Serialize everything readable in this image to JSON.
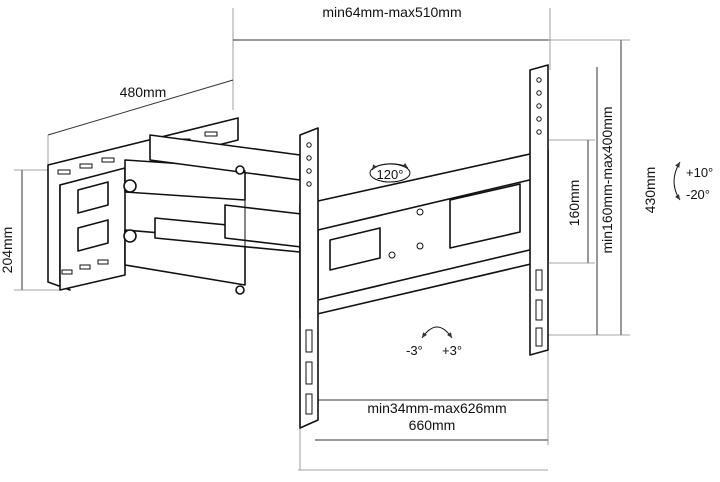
{
  "dimensions": {
    "top_range": "min64mm-max510mm",
    "depth": "480mm",
    "wall_plate_height": "204mm",
    "tv_bracket_height": "430mm",
    "vesa_vertical": "min160mm-max400mm",
    "inner_height": "160mm",
    "horizontal_range": "min34mm-max626mm",
    "width": "660mm"
  },
  "rotation": {
    "swivel": "120°",
    "tilt_up": "+10°",
    "tilt_down": "-20°",
    "level_minus": "-3°",
    "level_plus": "+3°"
  }
}
